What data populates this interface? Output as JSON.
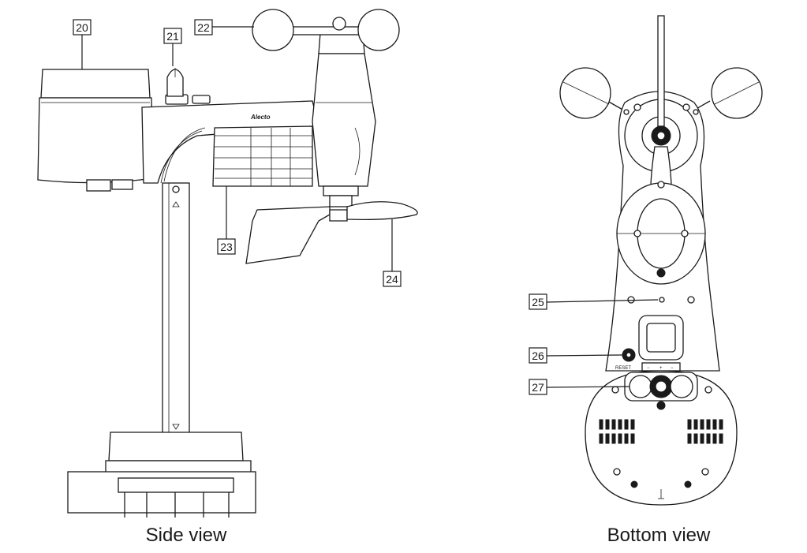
{
  "captions": {
    "side_view": "Side view",
    "bottom_view": "Bottom view"
  },
  "brand_label": "Alecto",
  "reset_label": "RESET",
  "polarity": {
    "minus": "−",
    "plus": "+"
  },
  "callouts": {
    "c20": "20",
    "c21": "21",
    "c22": "22",
    "c23": "23",
    "c24": "24",
    "c25": "25",
    "c26": "26",
    "c27": "27"
  }
}
